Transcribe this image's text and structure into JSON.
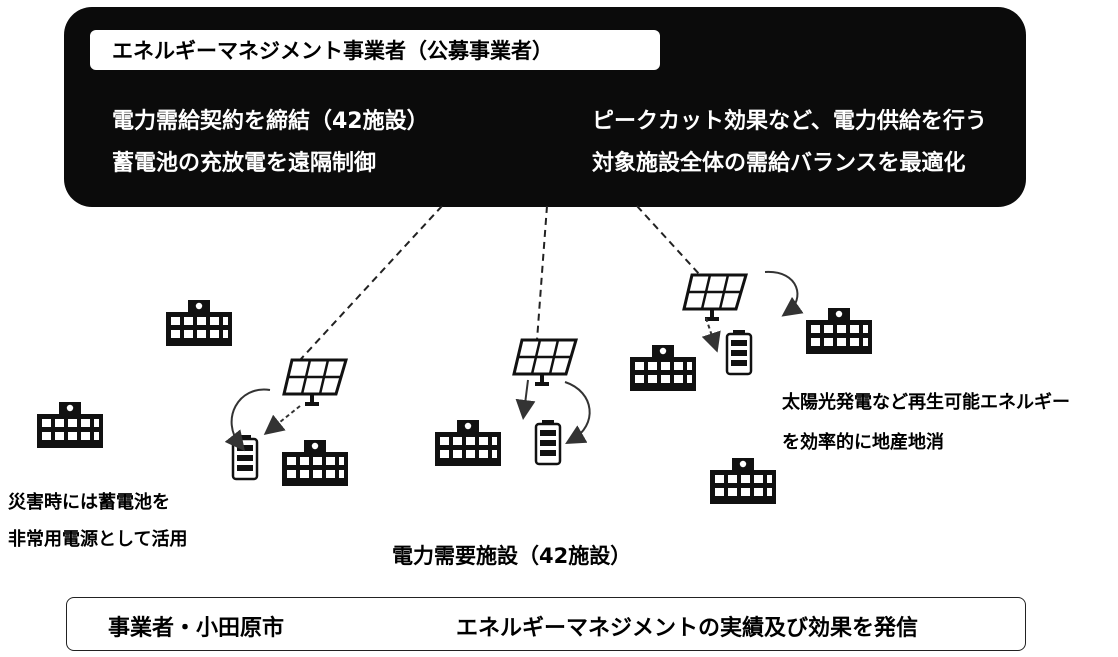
{
  "header": {
    "title": "エネルギーマネジメント事業者（公募事業者）",
    "lines_left": [
      "電力需給契約を締結（42施設）",
      "蓄電池の充放電を遠隔制御"
    ],
    "lines_right": [
      "ピークカット効果など、電力供給を行う",
      "対象施設全体の需給バランスを最適化"
    ]
  },
  "captions": {
    "disaster": [
      "災害時には蓄電池を",
      "非常用電源として活用"
    ],
    "facilities": "電力需要施設（42施設）",
    "renewable": [
      "太陽光発電など再生可能エネルギー",
      "を効率的に地産地消"
    ]
  },
  "footer": {
    "left": "事業者・小田原市",
    "right": "エネルギーマネジメントの実績及び効果を発信",
    "arrow_icon": "right-arrow-icon"
  },
  "icons": {
    "building": "building-icon",
    "solar_panel": "solar-panel-icon",
    "battery": "battery-icon",
    "curved_arrow": "curved-arrow-icon"
  },
  "colors": {
    "box_background": "#0b0b0b",
    "box_text": "#ffffff",
    "ink": "#111111"
  }
}
